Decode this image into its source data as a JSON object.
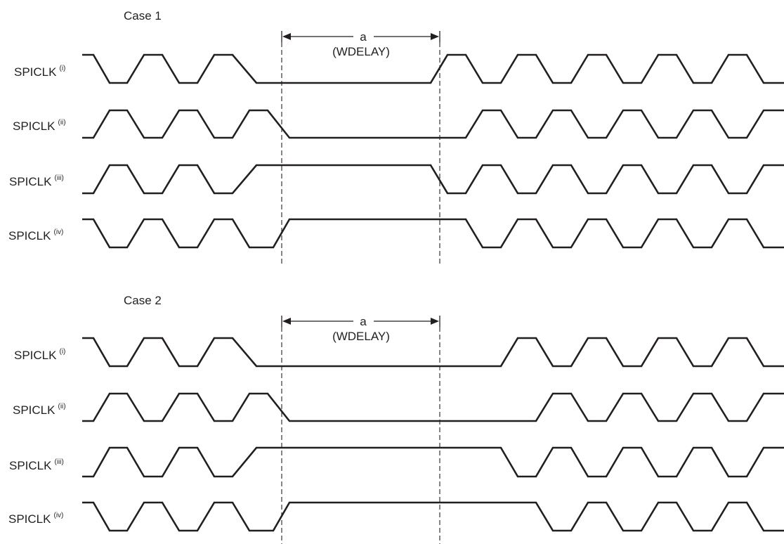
{
  "signal_name": "SPICLK",
  "dimension": {
    "label": "a",
    "sublabel": "(WDELAY)"
  },
  "cases": [
    {
      "title": "Case 1",
      "signals": [
        {
          "suffix": "(i)"
        },
        {
          "suffix": "(ii)"
        },
        {
          "suffix": "(iii)"
        },
        {
          "suffix": "(iv)"
        }
      ]
    },
    {
      "title": "Case 2",
      "signals": [
        {
          "suffix": "(i)"
        },
        {
          "suffix": "(ii)"
        },
        {
          "suffix": "(iii)"
        },
        {
          "suffix": "(iv)"
        }
      ]
    }
  ],
  "colors": {
    "ink": "#231f20",
    "background": "#ffffff"
  }
}
